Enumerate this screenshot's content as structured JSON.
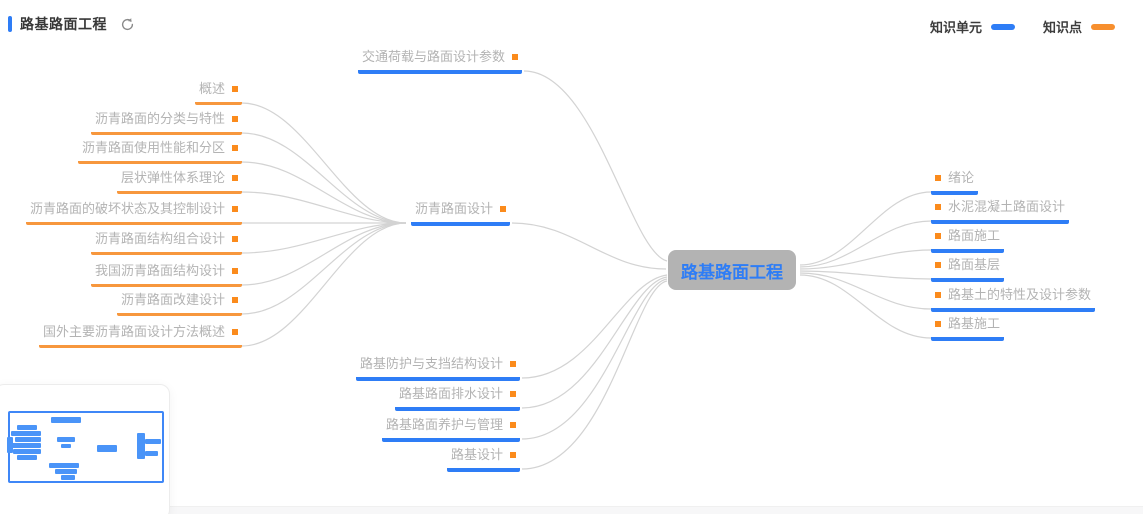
{
  "header": {
    "title": "路基路面工程"
  },
  "legend": {
    "unit_label": "知识单元",
    "point_label": "知识点",
    "unit_color": "#2e7df6",
    "point_color": "#f78f2e"
  },
  "root_label": "路基路面工程",
  "unit_top": {
    "label": "交通荷载与路面设计参数"
  },
  "unit_mid": {
    "label": "沥青路面设计"
  },
  "left_points": [
    {
      "label": "概述"
    },
    {
      "label": "沥青路面的分类与特性"
    },
    {
      "label": "沥青路面使用性能和分区"
    },
    {
      "label": "层状弹性体系理论"
    },
    {
      "label": "沥青路面的破坏状态及其控制设计"
    },
    {
      "label": "沥青路面结构组合设计"
    },
    {
      "label": "我国沥青路面结构设计"
    },
    {
      "label": "沥青路面改建设计"
    },
    {
      "label": "国外主要沥青路面设计方法概述"
    }
  ],
  "units_bottom": [
    {
      "label": "路基防护与支挡结构设计"
    },
    {
      "label": "路基路面排水设计"
    },
    {
      "label": "路基路面养护与管理"
    },
    {
      "label": "路基设计"
    }
  ],
  "units_right": [
    {
      "label": "绪论"
    },
    {
      "label": "水泥混凝土路面设计"
    },
    {
      "label": "路面施工"
    },
    {
      "label": "路面基层"
    },
    {
      "label": "路基土的特性及设计参数"
    },
    {
      "label": "路基施工"
    }
  ]
}
